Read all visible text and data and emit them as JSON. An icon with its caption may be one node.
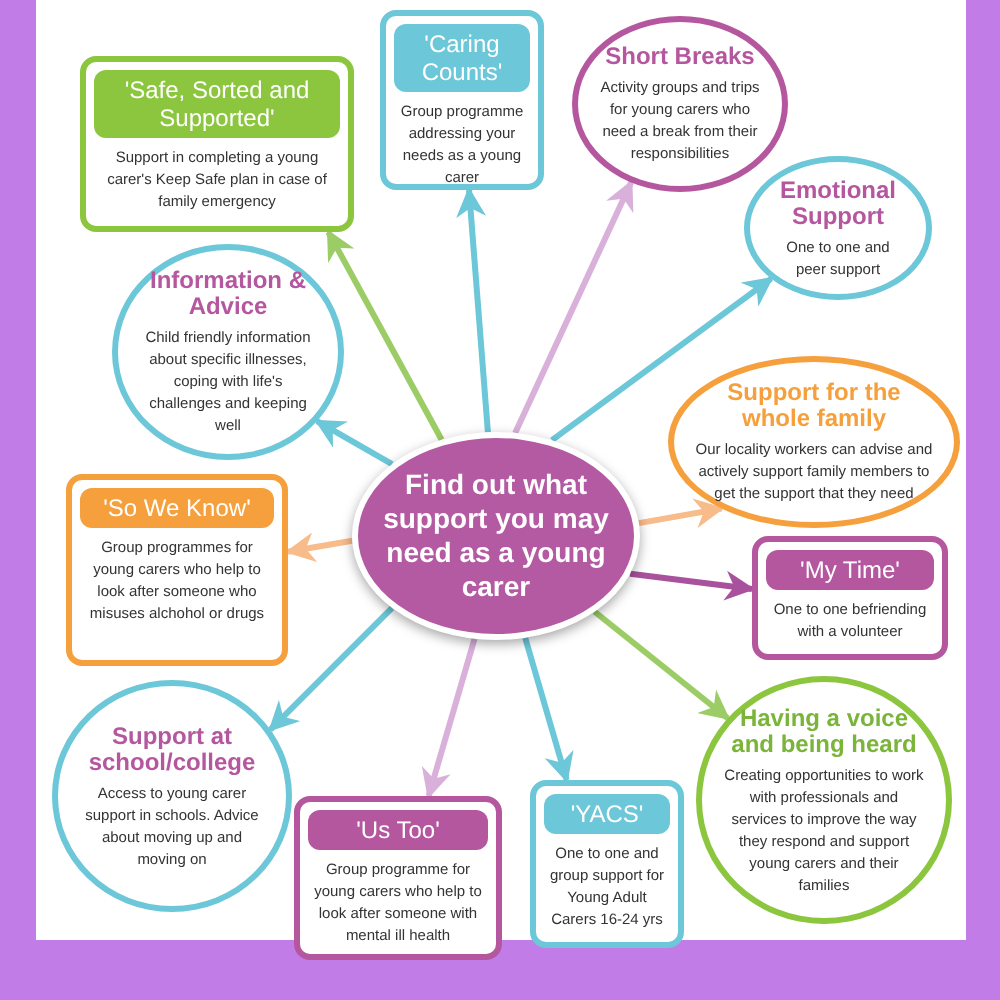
{
  "diagram": {
    "nodes": [
      {
        "text": [
          "Find out what support you may need as a young carer"
        ]
      },
      {
        "text": [
          "'Safe, Sorted and Supported'",
          "Support in completing a young carer's Keep Safe plan in case of family emergency"
        ]
      },
      {
        "text": [
          "'Caring Counts'",
          "Group programme addressing your needs as a young carer"
        ]
      },
      {
        "text": [
          "Short Breaks",
          "Activity groups and trips for young carers who need a break from their responsibilities"
        ]
      },
      {
        "text": [
          "Emotional Support",
          "One to one and peer support"
        ]
      },
      {
        "text": [
          "Support for the whole family",
          "Our locality workers can advise and actively support family members to get the support that they need"
        ]
      },
      {
        "text": [
          "Information & Advice",
          "Child friendly information about specific illnesses, coping with life's challenges and keeping well"
        ]
      },
      {
        "text": [
          "'So We Know'",
          "Group programmes for young carers who help to look after someone who misuses alchohol or drugs"
        ]
      },
      {
        "text": [
          "'My Time'",
          "One to one  befriending with a volunteer"
        ]
      },
      {
        "text": [
          "Support at school/college",
          "Access to young carer support in schools.  Advice about moving up and moving on"
        ]
      },
      {
        "text": [
          "Having a voice and being heard",
          "Creating opportunities to work with professionals and services to improve the way they respond and support young carers and their families"
        ]
      },
      {
        "text": [
          "'Us Too'",
          "Group programme  for young carers who help to look after someone with mental ill health"
        ]
      },
      {
        "text": [
          "'YACS'",
          "One to one and group support for Young Adult Carers 16-24 yrs"
        ]
      }
    ],
    "edges": [
      {
        "from": 0,
        "to": 1,
        "arrow": "to",
        "color": "#9ccc65"
      },
      {
        "from": 0,
        "to": 2,
        "arrow": "to"
      },
      {
        "from": 0,
        "to": 3,
        "arrow": "to",
        "color": "#d9b0d9"
      },
      {
        "from": 0,
        "to": 4,
        "arrow": "to"
      },
      {
        "from": 0,
        "to": 5,
        "arrow": "to",
        "color": "#f8bb8a"
      },
      {
        "from": 0,
        "to": 6,
        "arrow": "to"
      },
      {
        "from": 0,
        "to": 7,
        "arrow": "to",
        "color": "#f8bb8a"
      },
      {
        "from": 0,
        "to": 8,
        "arrow": "to",
        "color": "#a8519c"
      },
      {
        "from": 0,
        "to": 9,
        "arrow": "to"
      },
      {
        "from": 0,
        "to": 10,
        "arrow": "to",
        "color": "#9ccc65"
      },
      {
        "from": 0,
        "to": 11,
        "arrow": "to",
        "color": "#d9b0d9"
      },
      {
        "from": 0,
        "to": 12,
        "arrow": "to"
      }
    ]
  }
}
